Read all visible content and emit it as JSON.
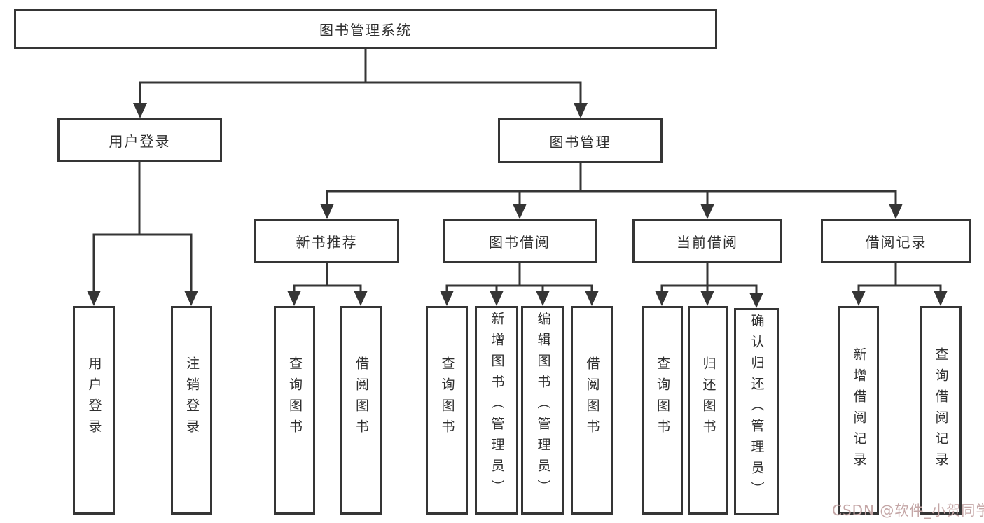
{
  "colors": {
    "line": "#353535",
    "text": "#2f2f2f",
    "background": "#ffffff",
    "watermark": "#c4a6a6"
  },
  "watermark": {
    "text": "CSDN @软件_小贺同学"
  },
  "tree": {
    "label": "图书管理系统",
    "children": [
      {
        "label": "用户登录",
        "children": [
          {
            "label": "用户登录"
          },
          {
            "label": "注销登录"
          }
        ]
      },
      {
        "label": "图书管理",
        "children": [
          {
            "label": "新书推荐",
            "children": [
              {
                "label": "查询图书"
              },
              {
                "label": "借阅图书"
              }
            ]
          },
          {
            "label": "图书借阅",
            "children": [
              {
                "label": "查询图书"
              },
              {
                "label": "新增图书（管理员）"
              },
              {
                "label": "编辑图书（管理员）"
              },
              {
                "label": "借阅图书"
              }
            ]
          },
          {
            "label": "当前借阅",
            "children": [
              {
                "label": "查询图书"
              },
              {
                "label": "归还图书"
              },
              {
                "label": "确认归还（管理员）"
              }
            ]
          },
          {
            "label": "借阅记录",
            "children": [
              {
                "label": "新增借阅记录"
              },
              {
                "label": "查询借阅记录"
              }
            ]
          }
        ]
      }
    ]
  }
}
